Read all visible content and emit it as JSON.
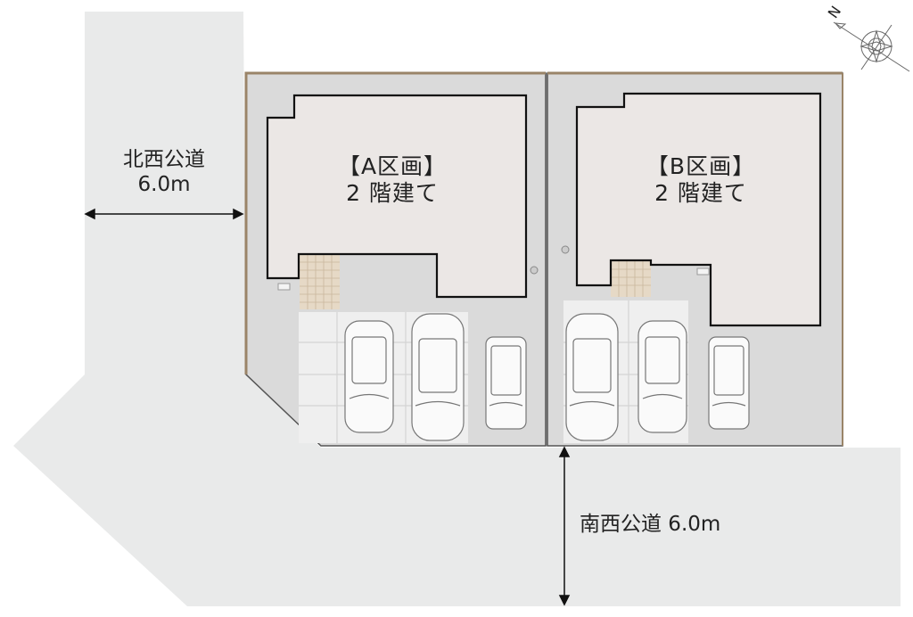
{
  "lots": [
    {
      "name": "【A区画】",
      "type": "2 階建て"
    },
    {
      "name": "【B区画】",
      "type": "2 階建て"
    }
  ],
  "roads": {
    "northwest": {
      "name": "北西公道",
      "width": "6.0m"
    },
    "southwest": {
      "label": "南西公道 6.0m"
    }
  },
  "compass": {
    "north_label": "N"
  },
  "colors": {
    "road": "#e9eaea",
    "lot": "#dcdcdc",
    "house": "#ebe7e5",
    "boundary": "#9a8468",
    "tile": "#e6d9c6"
  }
}
